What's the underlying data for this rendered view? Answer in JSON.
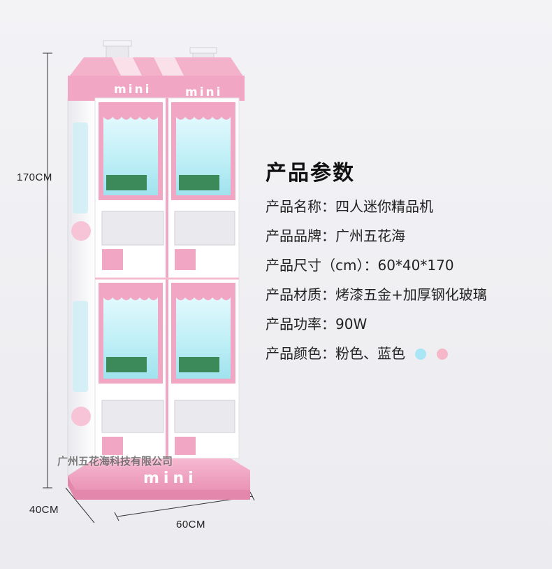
{
  "spec": {
    "title": "产品参数",
    "rows": [
      {
        "label": "产品名称：",
        "value": "四人迷你精品机"
      },
      {
        "label": "产品品牌：",
        "value": "广州五花海"
      },
      {
        "label": "产品尺寸（cm）：",
        "value": "60*40*170"
      },
      {
        "label": "产品材质：",
        "value": "烤漆五金+加厚钢化玻璃"
      },
      {
        "label": "产品功率：",
        "value": "90W"
      },
      {
        "label": "产品颜色：",
        "value": "粉色、蓝色"
      }
    ],
    "color_swatches": [
      "#a8e6f5",
      "#f6b7c9"
    ]
  },
  "dimensions": {
    "height": "170CM",
    "depth": "40CM",
    "width": "60CM"
  },
  "machine": {
    "sign_left": "mini",
    "sign_right": "mini",
    "base_logo": "mini",
    "watermark": "广州五花海科技有限公司"
  },
  "colors": {
    "pink": "#f1a7c3",
    "pink_dark": "#e68bb0",
    "glass": "#c9f1f7",
    "white": "#ffffff"
  }
}
